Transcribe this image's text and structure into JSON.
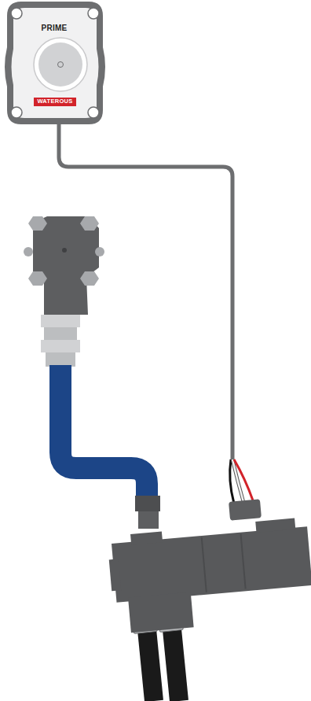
{
  "diagram": {
    "nodes": [
      {
        "text": [
          "PRIME"
        ]
      },
      {
        "text": [
          "WATEROUS"
        ],
        "in": 0
      }
    ]
  }
}
